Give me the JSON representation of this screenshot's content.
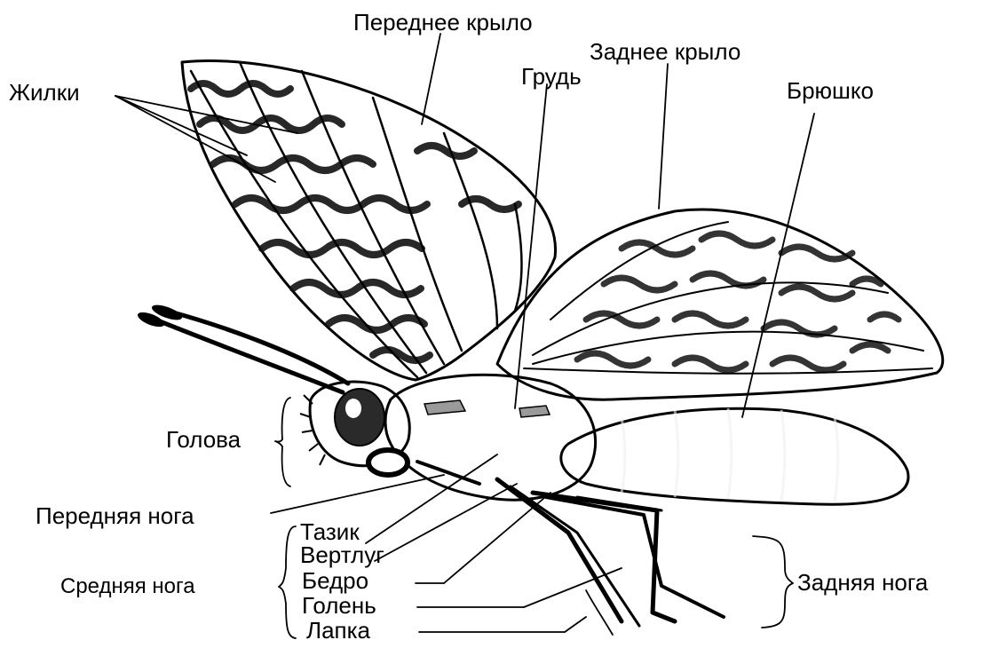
{
  "labels": {
    "forewing": "Переднее крыло",
    "hindwing": "Заднее крыло",
    "veins": "Жилки",
    "thorax": "Грудь",
    "abdomen": "Брюшко",
    "head": "Голова",
    "front_leg": "Передняя нога",
    "coxa": "Тазик",
    "trochanter": "Вертлуг",
    "middle_leg": "Средняя нога",
    "femur": "Бедро",
    "tibia": "Голень",
    "tarsus": "Лапка",
    "hind_leg": "Задняя нога"
  }
}
